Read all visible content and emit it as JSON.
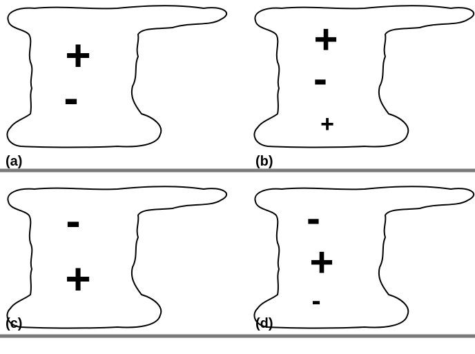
{
  "panels": [
    {
      "label": "(a)",
      "charges": [
        {
          "symbol": "+",
          "size": "large"
        },
        {
          "symbol": "-",
          "size": "large"
        }
      ]
    },
    {
      "label": "(b)",
      "charges": [
        {
          "symbol": "+",
          "size": "large"
        },
        {
          "symbol": "-",
          "size": "large"
        },
        {
          "symbol": "+",
          "size": "small"
        }
      ]
    },
    {
      "label": "(c)",
      "charges": [
        {
          "symbol": "-",
          "size": "large"
        },
        {
          "symbol": "+",
          "size": "large"
        }
      ]
    },
    {
      "label": "(d)",
      "charges": [
        {
          "symbol": "-",
          "size": "large"
        },
        {
          "symbol": "+",
          "size": "large"
        },
        {
          "symbol": "-",
          "size": "small"
        }
      ]
    }
  ],
  "colors": {
    "outline": "#000000",
    "ground": "#7a7a7a",
    "background": "#ffffff"
  }
}
